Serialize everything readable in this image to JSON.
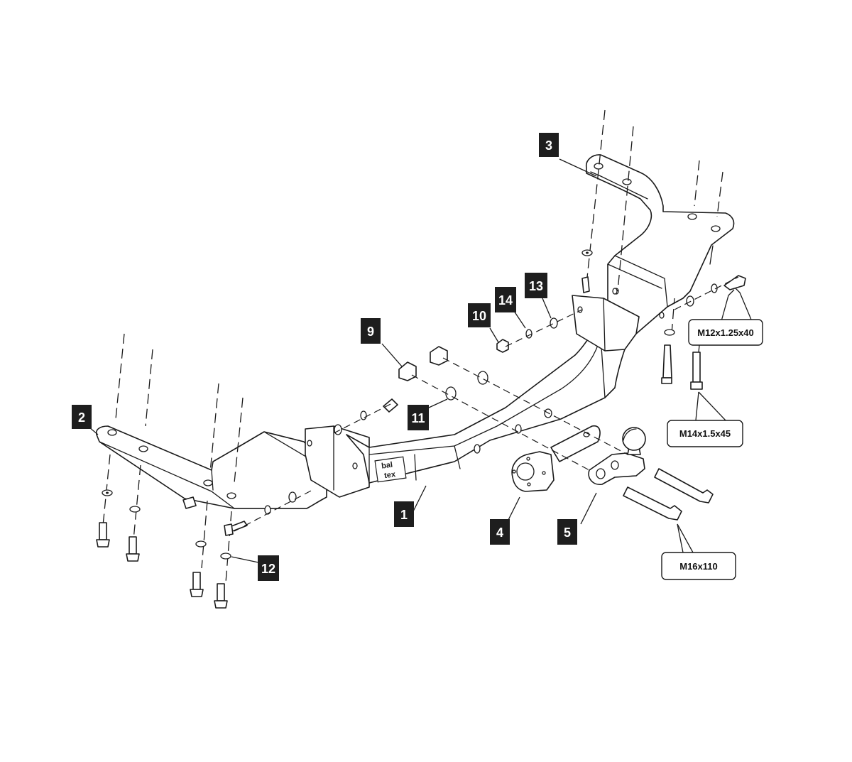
{
  "callouts": {
    "c1": "1",
    "c2": "2",
    "c3": "3",
    "c4": "4",
    "c5": "5",
    "c9": "9",
    "c10": "10",
    "c11": "11",
    "c12": "12",
    "c13": "13",
    "c14": "14"
  },
  "specs": {
    "m12": "M12x1.25x40",
    "m14": "M14x1.5x45",
    "m16": "M16x110"
  },
  "logo": {
    "line1": "bal",
    "line2": "tex"
  },
  "colors": {
    "line": "#1a1a1a",
    "callout_box": "#1e1e1e",
    "background": "#ffffff"
  }
}
